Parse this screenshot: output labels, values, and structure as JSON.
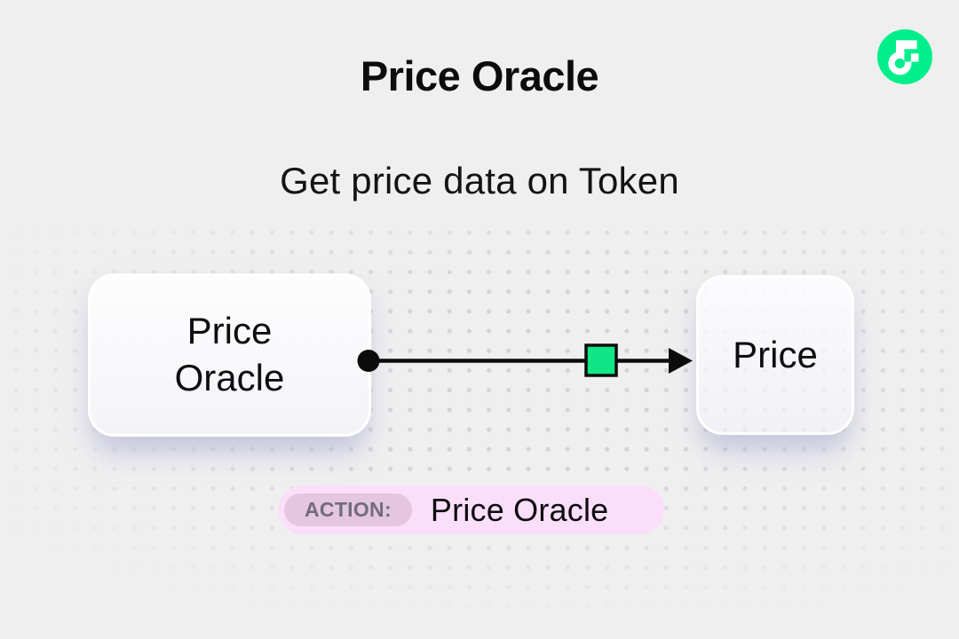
{
  "page": {
    "background_color": "#efeff0",
    "dot_color": "#d4d4d7"
  },
  "header": {
    "title": "Price Oracle",
    "subtitle": "Get price data on Token"
  },
  "branding": {
    "logo": "flow-logo",
    "logo_color": "#00ef8b"
  },
  "diagram": {
    "source_node": {
      "lines": [
        "Price",
        "Oracle"
      ]
    },
    "target_node": {
      "label": "Price"
    },
    "connector": {
      "line_color": "#0b0b0c",
      "marker_color": "#11e687"
    }
  },
  "action_bar": {
    "badge_label": "ACTION:",
    "action_label": "Price Oracle",
    "pill_color": "#fbdef9",
    "badge_color": "#e4c6df"
  }
}
